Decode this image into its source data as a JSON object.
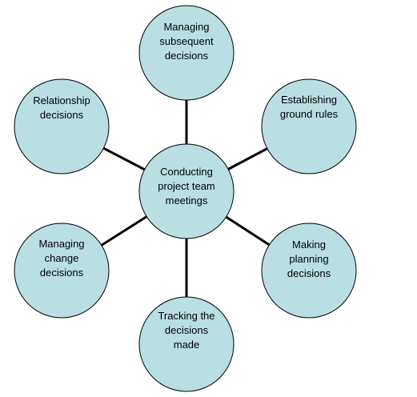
{
  "diagram": {
    "colors": {
      "node_fill": "#b9dfe3",
      "node_stroke": "#000000",
      "connector": "#000000",
      "text": "#000000"
    },
    "hub": {
      "lines": [
        "Conducting",
        "project team",
        "meetings"
      ]
    },
    "nodes": [
      {
        "id": "managing-subsequent",
        "lines": [
          "Managing",
          "subsequent",
          "decisions"
        ]
      },
      {
        "id": "establishing-ground-rules",
        "lines": [
          "Establishing",
          "ground rules"
        ]
      },
      {
        "id": "making-planning",
        "lines": [
          "Making",
          "planning",
          "decisions"
        ]
      },
      {
        "id": "tracking",
        "lines": [
          "Tracking the",
          "decisions",
          "made"
        ]
      },
      {
        "id": "managing-change",
        "lines": [
          "Managing",
          "change",
          "decisions"
        ]
      },
      {
        "id": "relationship",
        "lines": [
          "Relationship",
          "decisions"
        ]
      }
    ]
  }
}
